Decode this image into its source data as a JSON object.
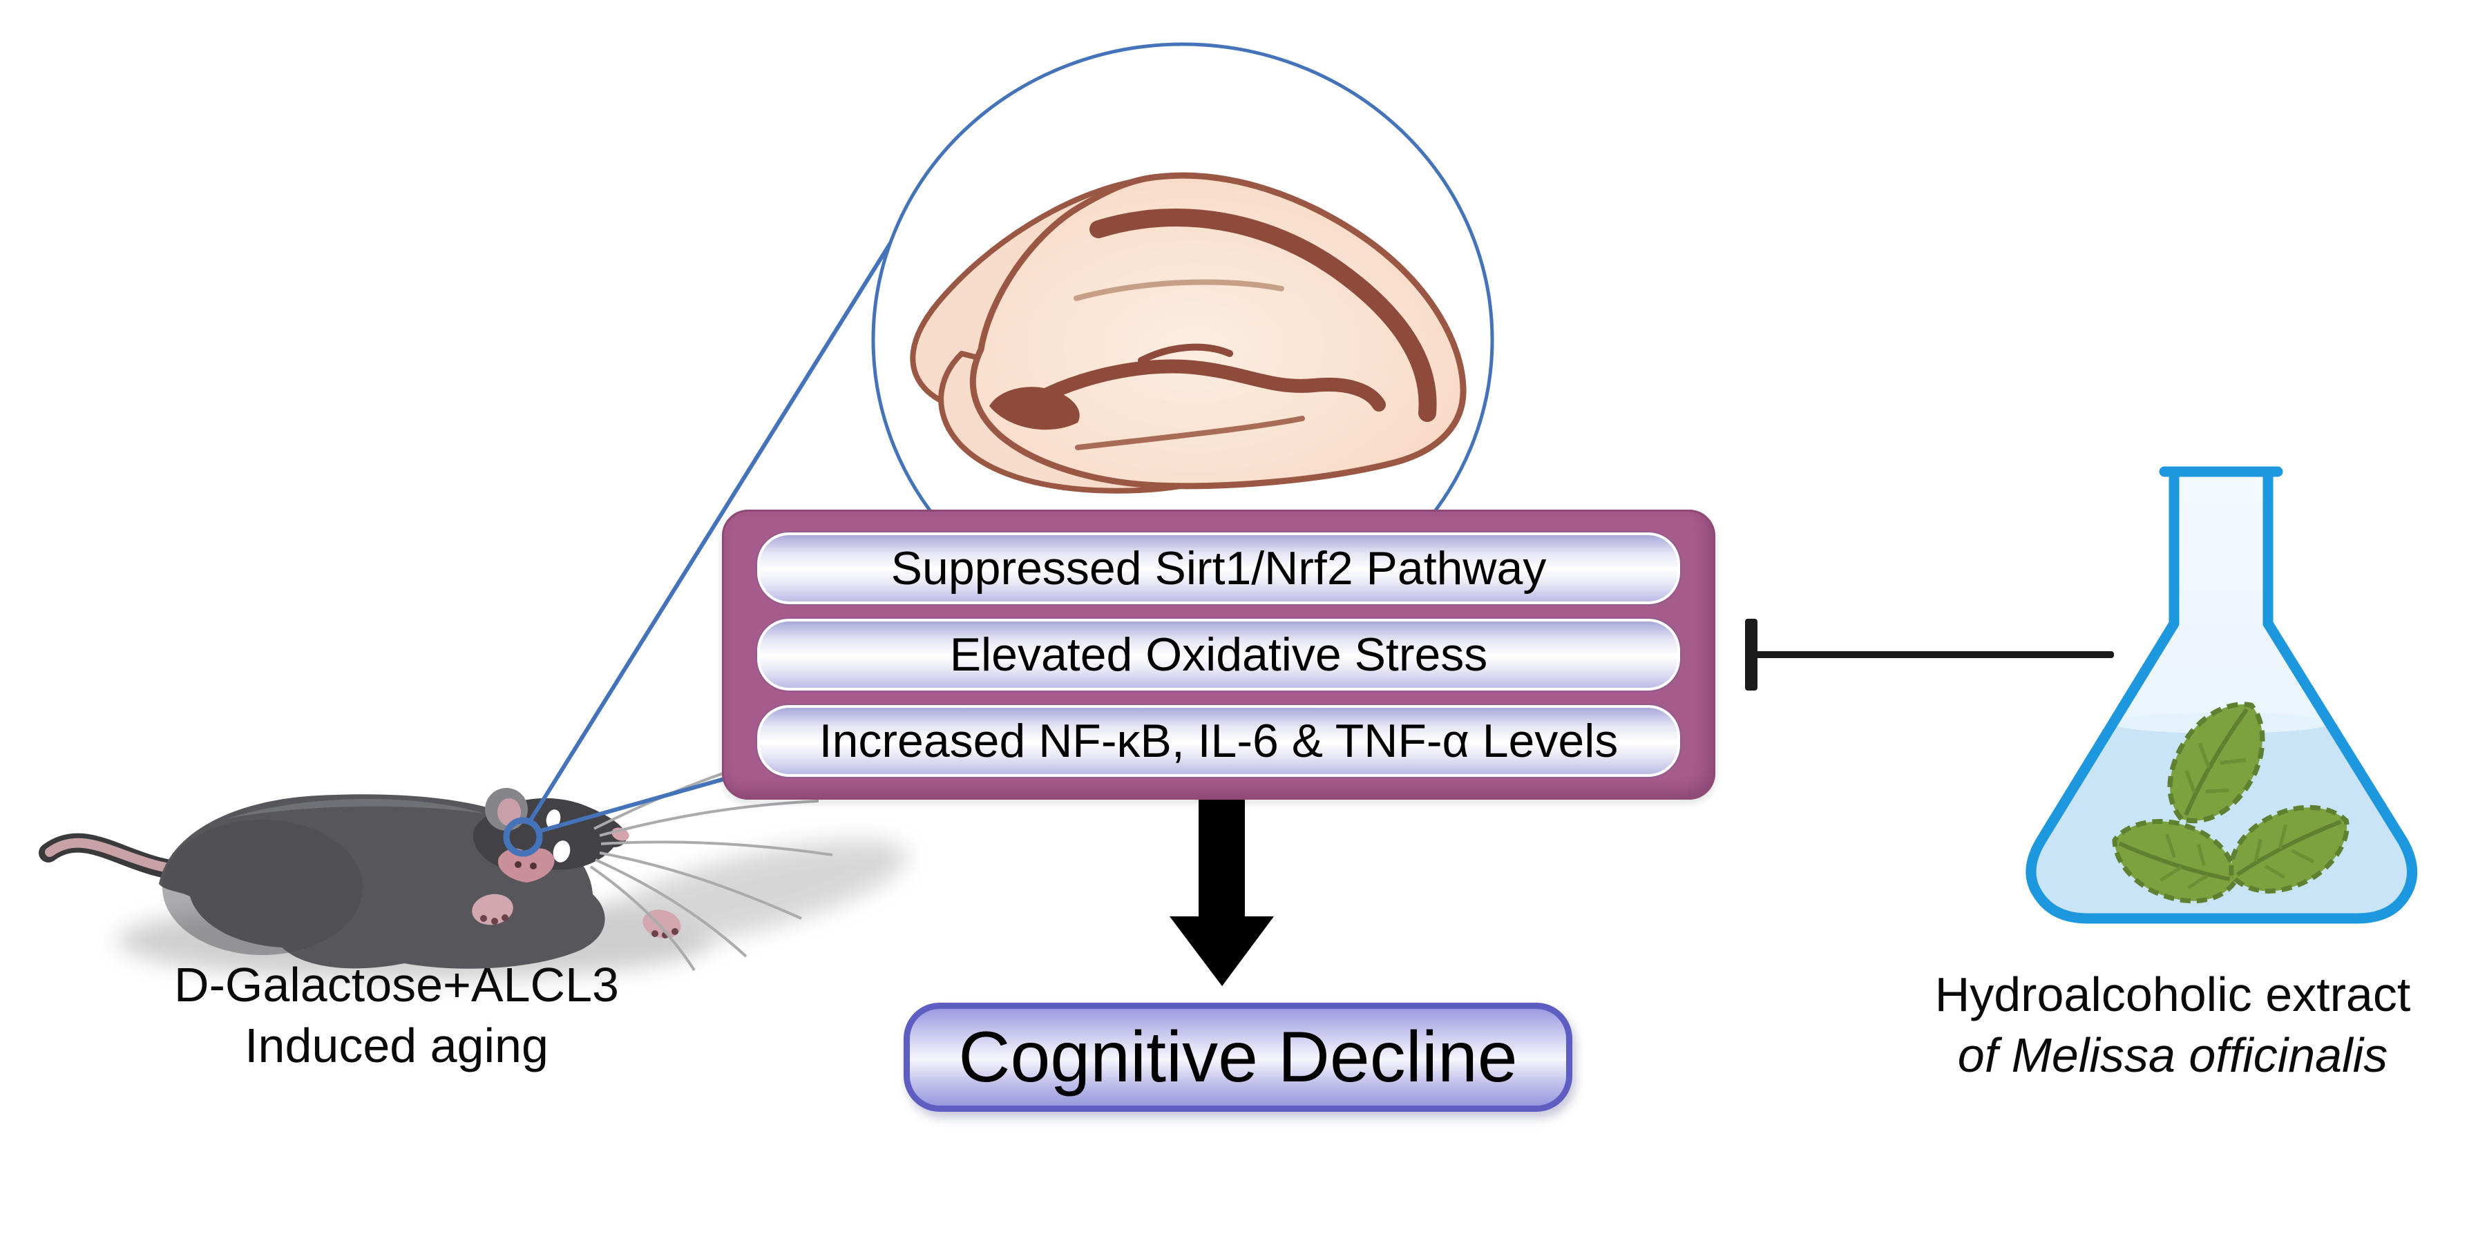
{
  "figure": {
    "type": "graphical-abstract-diagram",
    "background": "#FFFFFF"
  },
  "mouse": {
    "caption_line1": "D-Galactose+ALCL3",
    "caption_line2": "Induced aging"
  },
  "magnifier": {
    "content": "hippocampus-illustration"
  },
  "pathway_box": {
    "items": [
      {
        "label": "Suppressed Sirt1/Nrf2 Pathway"
      },
      {
        "label": "Elevated Oxidative Stress"
      },
      {
        "label": "Increased NF-κB, IL-6 & TNF-α Levels"
      }
    ]
  },
  "outcome": {
    "label": "Cognitive Decline"
  },
  "treatment": {
    "caption_line1": "Hydroalcoholic extract",
    "caption_line2_prefix": "of ",
    "caption_line2_species": "Melissa officinalis"
  },
  "colors": {
    "accent_blue": "#4473B9",
    "pathway_box_fill": "#A55B8C",
    "bar_gradient_top": "#A9A9DA",
    "bar_gradient_bottom": "#BCBCE6",
    "outcome_border": "#5E5EC2",
    "outcome_fill_top": "#9B9BE1",
    "arrow_black": "#000000",
    "flask_outline": "#1D97DD",
    "flask_liquid": "#C8E4F6",
    "leaf_green": "#7CA23F",
    "brain_outline": "#9A5743",
    "brain_fill": "#F9E2D2",
    "mouse_gray": "#57575B"
  },
  "art": {
    "mouse_icon": "aged-mouse",
    "magnifier_circle_icon": "zoom-circle",
    "brain_icon": "hippocampus",
    "down_arrow_icon": "leads-to-arrow",
    "inhibition_icon": "t-bar-inhibitor",
    "flask_icon": "erlenmeyer-flask-with-leaves"
  }
}
